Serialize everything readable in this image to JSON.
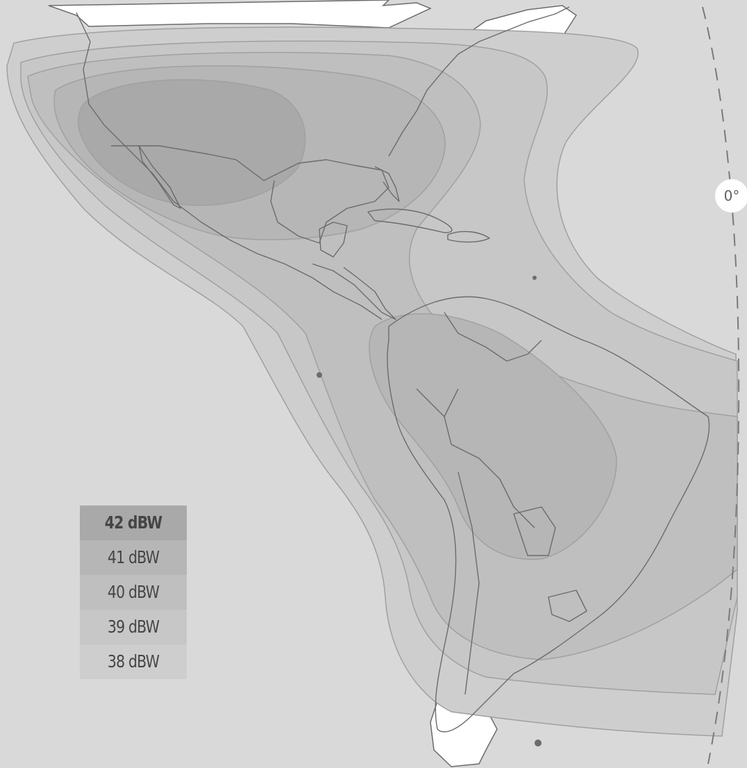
{
  "map": {
    "legend": [
      {
        "label": "42 dBW",
        "color": "#a9a9a9"
      },
      {
        "label": "41 dBW",
        "color": "#b6b6b6"
      },
      {
        "label": "40 dBW",
        "color": "#bfbfbf"
      },
      {
        "label": "39 dBW",
        "color": "#c7c7c7"
      },
      {
        "label": "38 dBW",
        "color": "#cecece"
      }
    ],
    "orbit_label": "0°",
    "colors": {
      "ocean": "#d9d9d9",
      "uncovered_land": "#ffffff",
      "coastline": "#6b6b6b",
      "contour_line": "#a0a0a0"
    }
  }
}
